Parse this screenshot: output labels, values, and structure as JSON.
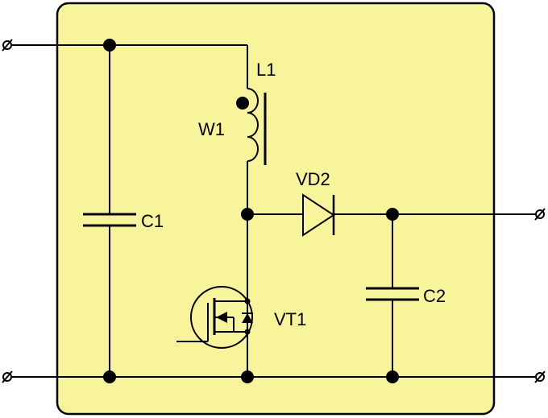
{
  "colors": {
    "panel_fill": "#F8F49C",
    "panel_stroke": "#000000",
    "wire": "#000000",
    "background": "#FFFFFF"
  },
  "labels": {
    "inductor": "L1",
    "winding": "W1",
    "diode": "VD2",
    "input_capacitor": "C1",
    "output_capacitor": "C2",
    "transistor": "VT1"
  },
  "terminals": {
    "symbol": "ø"
  }
}
